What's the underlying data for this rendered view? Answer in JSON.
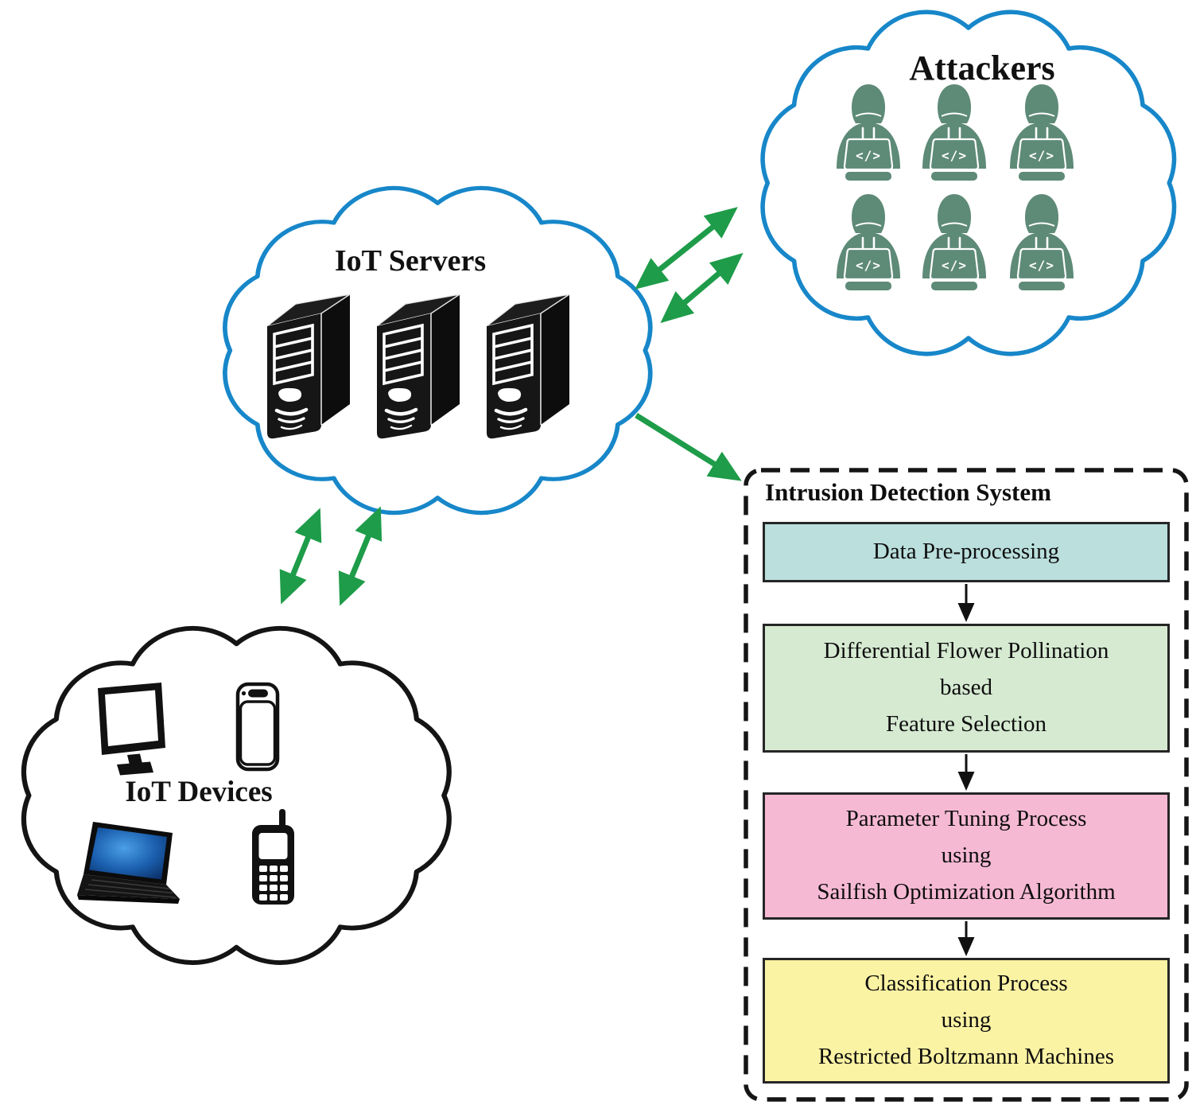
{
  "diagram": {
    "background": "#ffffff",
    "connection_arrow_color": "#1e9c49",
    "flow_arrow_color": "#111111"
  },
  "attackers_cloud": {
    "label": "Attackers",
    "outline_color": "#1787c9",
    "figure_color": "#5e8a78",
    "figure_count": 6,
    "laptop_code": "</>"
  },
  "servers_cloud": {
    "label": "IoT Servers",
    "outline_color": "#1787c9",
    "server_count": 3
  },
  "devices_cloud": {
    "label": "IoT Devices",
    "outline_color": "#141414",
    "devices": [
      "desktop-monitor",
      "smartphone",
      "laptop",
      "mobile-phone"
    ]
  },
  "ids_panel": {
    "title": "Intrusion Detection System",
    "border_color": "#151515",
    "steps": [
      {
        "fill": "#badfdd",
        "lines": [
          "Data Pre-processing"
        ]
      },
      {
        "fill": "#d6ead2",
        "lines": [
          "Differential Flower Pollination",
          "based",
          "Feature Selection"
        ]
      },
      {
        "fill": "#f6b9d3",
        "lines": [
          "Parameter Tuning Process",
          "using",
          "Sailfish Optimization Algorithm"
        ]
      },
      {
        "fill": "#fbf3a4",
        "lines": [
          "Classification Process",
          "using",
          "Restricted Boltzmann Machines"
        ]
      }
    ]
  }
}
